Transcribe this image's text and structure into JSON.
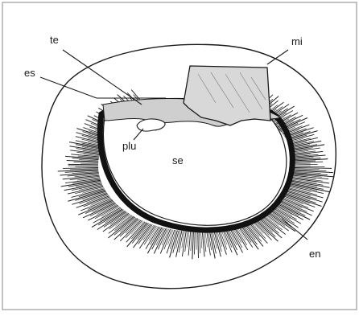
{
  "labels": {
    "te": "te",
    "es": "es",
    "mi": "mi",
    "plu": "plu",
    "se": "se",
    "en": "en"
  },
  "colors": {
    "ink": "#1a1a1a",
    "hair": "#222222",
    "block_fill": "#d8d8d8",
    "inner_band": "#cfcfcf",
    "frame": "#9a9a9a"
  }
}
